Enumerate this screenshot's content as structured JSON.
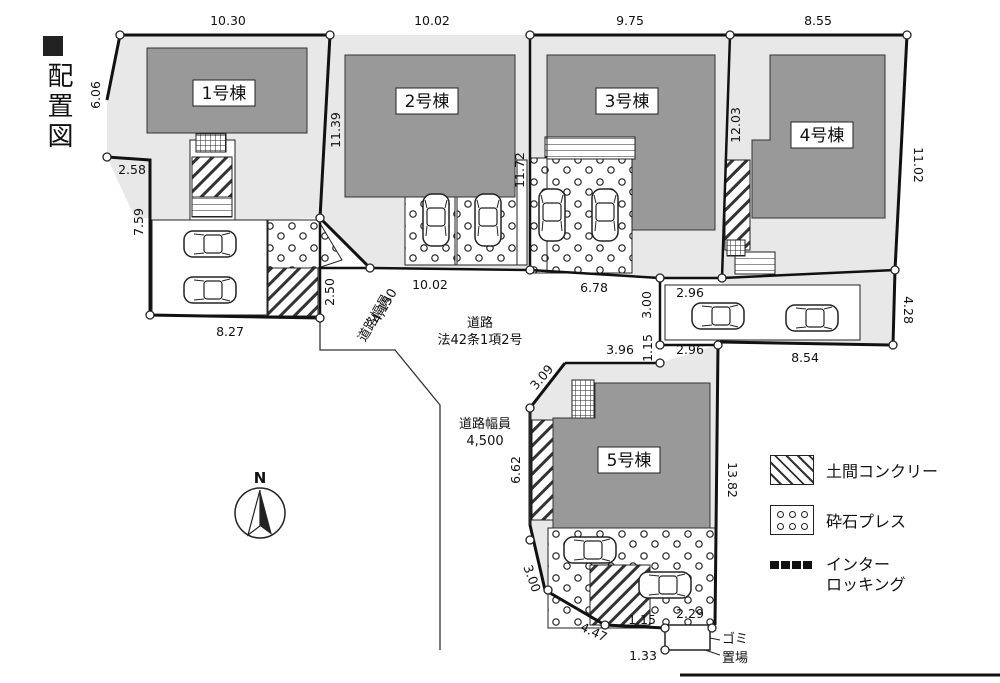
{
  "title": "配置図",
  "buildings": [
    {
      "label": "1号棟"
    },
    {
      "label": "2号棟"
    },
    {
      "label": "3号棟"
    },
    {
      "label": "4号棟"
    },
    {
      "label": "5号棟"
    }
  ],
  "dimensions": {
    "d_10_30": "10.30",
    "d_10_02_top": "10.02",
    "d_9_75": "9.75",
    "d_8_55": "8.55",
    "d_6_06": "6.06",
    "d_2_58": "2.58",
    "d_7_59": "7.59",
    "d_11_39": "11.39",
    "d_11_72": "11.72",
    "d_12_03": "12.03",
    "d_11_02": "11.02",
    "d_2_50": "2.50",
    "d_8_27": "8.27",
    "d_10_02_mid": "10.02",
    "d_6_78": "6.78",
    "d_3_00_mid": "3.00",
    "d_2_96_a": "2.96",
    "d_4_28": "4.28",
    "d_8_54": "8.54",
    "d_1_15_mid": "1.15",
    "d_3_96": "3.96",
    "d_2_96_b": "2.96",
    "d_3_09": "3.09",
    "d_6_62": "6.62",
    "d_13_82": "13.82",
    "d_3_00_low": "3.00",
    "d_4_47": "4.47",
    "d_1_33": "1.33",
    "d_1_15_low": "1.15",
    "d_2_29": "2.29"
  },
  "road": {
    "width_label_1": "道路幅員",
    "width_value_1": "4,150",
    "road_line1": "道路",
    "road_line2": "法42条1項2号",
    "width_label_2": "道路幅員",
    "width_value_2": "4,500"
  },
  "gomi": {
    "line1": "ゴミ",
    "line2": "置場"
  },
  "north": "N",
  "legend": {
    "dirt": "土間コンクリー",
    "gravel": "砕石プレス",
    "interlocking_1": "インター",
    "interlocking_2": "ロッキング"
  }
}
